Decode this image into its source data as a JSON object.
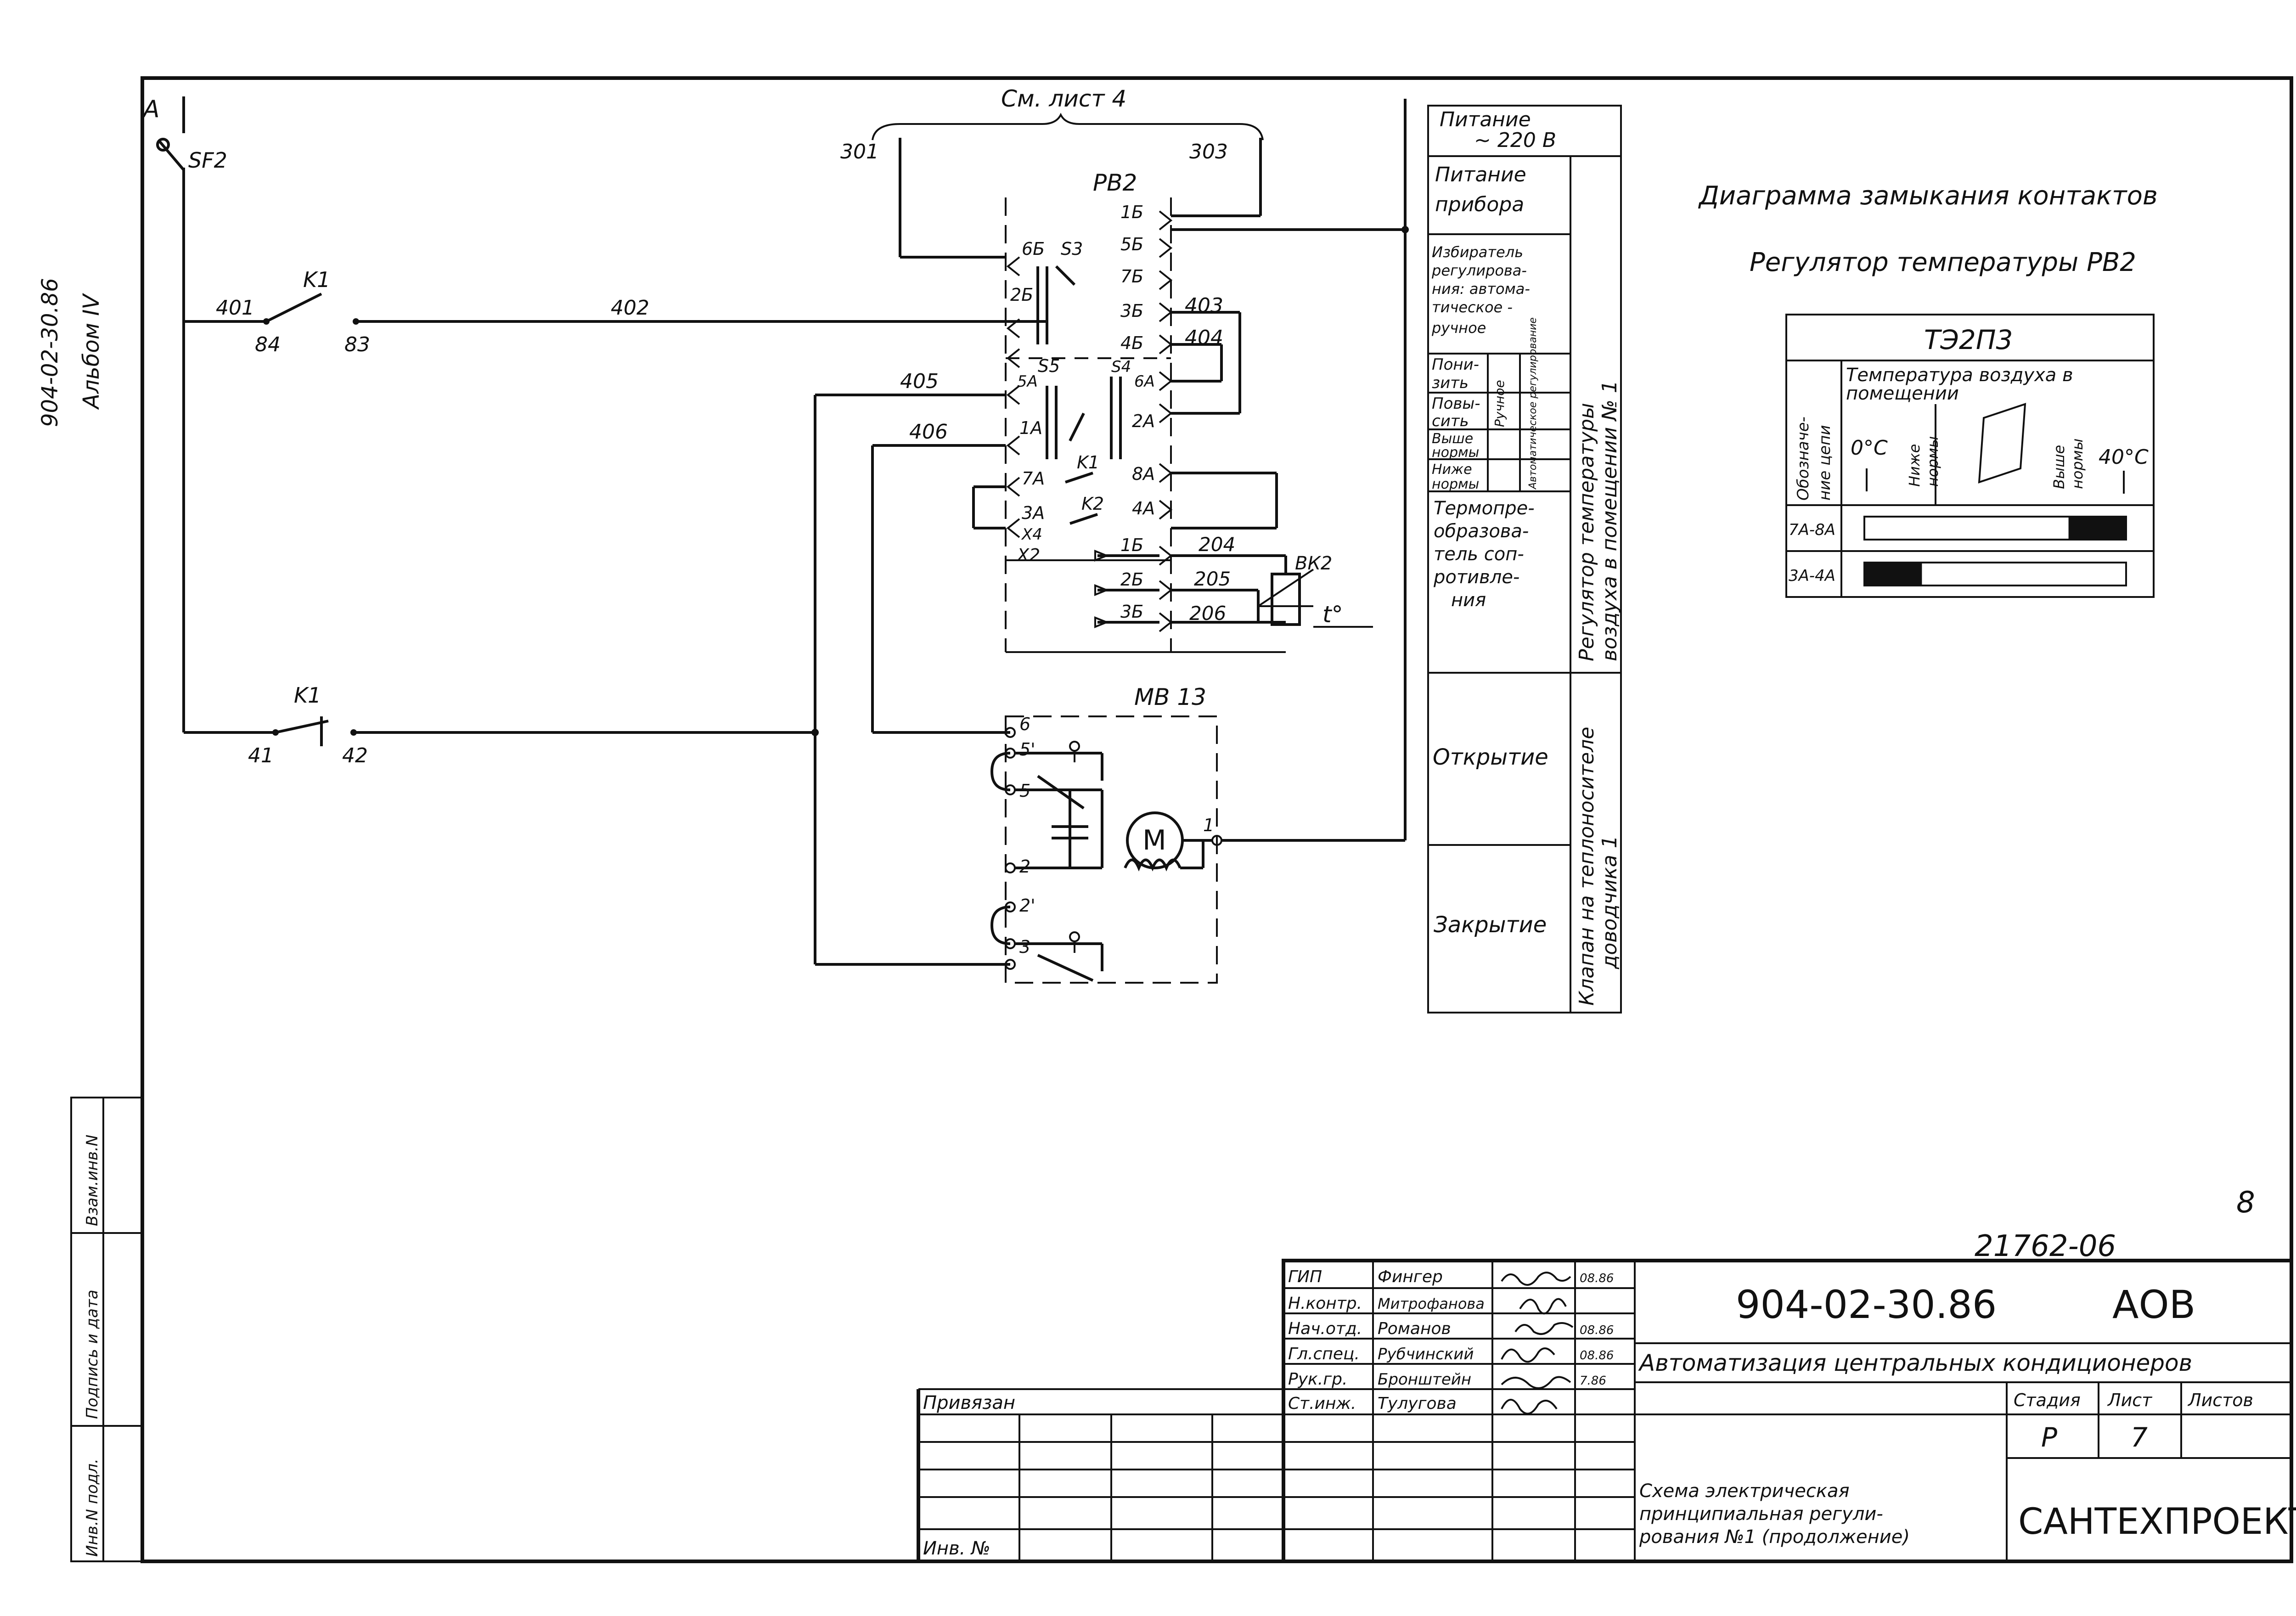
{
  "side_doc": {
    "code": "904-02-30.86",
    "album": "Альбом IV"
  },
  "side_stamp": [
    "Инв.N подл.",
    "Подпись и дата",
    "Взам.инв.N"
  ],
  "sheet_ref": "См. лист 4",
  "wires": {
    "w301": "301",
    "w303": "303",
    "w401": "401",
    "w402": "402",
    "w403": "403",
    "w404": "404",
    "w405": "405",
    "w406": "406",
    "w41": "41",
    "w42": "42",
    "w84": "84",
    "w83": "83",
    "w204": "204",
    "w205": "205",
    "w206": "206"
  },
  "devices": {
    "phase": "A",
    "breaker": "SF2",
    "k1_top": "K1",
    "k1_bottom": "K1",
    "regulator": "РВ2",
    "sensor": "ВК2",
    "temp": "t°",
    "actuator": "МВ 13",
    "motor": "M",
    "x2": "X2",
    "x4": "X4"
  },
  "contacts": {
    "c1b": "1Б",
    "c5b": "5Б",
    "c6b": "6Б",
    "s3": "S3",
    "c7b": "7Б",
    "c2b": "2Б",
    "c3b": "3Б",
    "c4b": "4Б",
    "s5": "S5",
    "s4": "S4",
    "c5a": "5А",
    "c6a": "6А",
    "c1a": "1А",
    "c2a": "2А",
    "c7a": "7А",
    "k1": "K1",
    "c8a": "8А",
    "c3a": "3А",
    "k2": "K2",
    "c4a": "4А",
    "t1b": "1Б",
    "t2b": "2Б",
    "t3b": "3Б",
    "m6": "6",
    "m5p": "5'",
    "m5": "5",
    "m1": "1",
    "m2": "2",
    "m2p": "2'",
    "m3": "3"
  },
  "legend": {
    "rows": [
      [
        "Питание",
        "~ 220 В"
      ],
      [
        "Питание",
        "прибора"
      ],
      [
        "Избиратель",
        "регулирова-",
        "ния: автома-",
        "тическое -",
        "ручное"
      ],
      [
        "Пони-",
        "зить"
      ],
      [
        "Повы-",
        "сить"
      ],
      [
        "Выше",
        "нормы"
      ],
      [
        "Ниже",
        "нормы"
      ],
      [
        "Термопре-",
        "образова-",
        "тель соп-",
        "ротивле-",
        "ния"
      ],
      [
        "Открытие"
      ],
      [
        "Закрытие"
      ]
    ],
    "manual": "Ручное",
    "auto_reg": "Автоматическое регулирование",
    "group1": [
      "Регулятор температуры",
      "воздуха в помещении № 1"
    ],
    "group2": [
      "Клапан на теплоносителе",
      "доводчика 1"
    ]
  },
  "contact_diagram": {
    "title": "Диаграмма замыкания контактов",
    "subtitle": "Регулятор температуры РВ2",
    "device": "ТЭ2П3",
    "col_header": [
      "Обозначе-",
      "ние цепи"
    ],
    "temp_header": [
      "Температура воздуха в",
      "помещении"
    ],
    "t0": "0°C",
    "below": [
      "Ниже",
      "нормы"
    ],
    "above": [
      "Выше",
      "нормы"
    ],
    "t40": "40°C",
    "rows": [
      {
        "label": "7А-8А",
        "closed_from": 0.78,
        "closed_to": 1.0
      },
      {
        "label": "3А-4А",
        "closed_from": 0.0,
        "closed_to": 0.22
      }
    ]
  },
  "sheet_number": "8",
  "archive_number": "21762-06",
  "title_block": {
    "people": [
      [
        "ГИП",
        "Фингер",
        "08.86"
      ],
      [
        "Н.контр.",
        "Митрофанова",
        ""
      ],
      [
        "Нач.отд.",
        "Романов",
        "08.86"
      ],
      [
        "Гл.спец.",
        "Рубчинский",
        "08.86"
      ],
      [
        "Рук.гр.",
        "Бронштейн",
        "7.86"
      ],
      [
        "Ст.инж.",
        "Тулугова",
        ""
      ]
    ],
    "code": "904-02-30.86",
    "mark": "АОВ",
    "project": "Автоматизация центральных кондиционеров",
    "stage_label": "Стадия",
    "sheet_label": "Лист",
    "sheets_label": "Листов",
    "stage": "Р",
    "sheet": "7",
    "sheets": "",
    "drawing_title": [
      "Схема электрическая",
      "принципиальная регули-",
      "рования №1 (продолжение)"
    ],
    "org": "САНТЕХПРОЕКТ",
    "attached": "Привязан",
    "inv": "Инв. №"
  }
}
